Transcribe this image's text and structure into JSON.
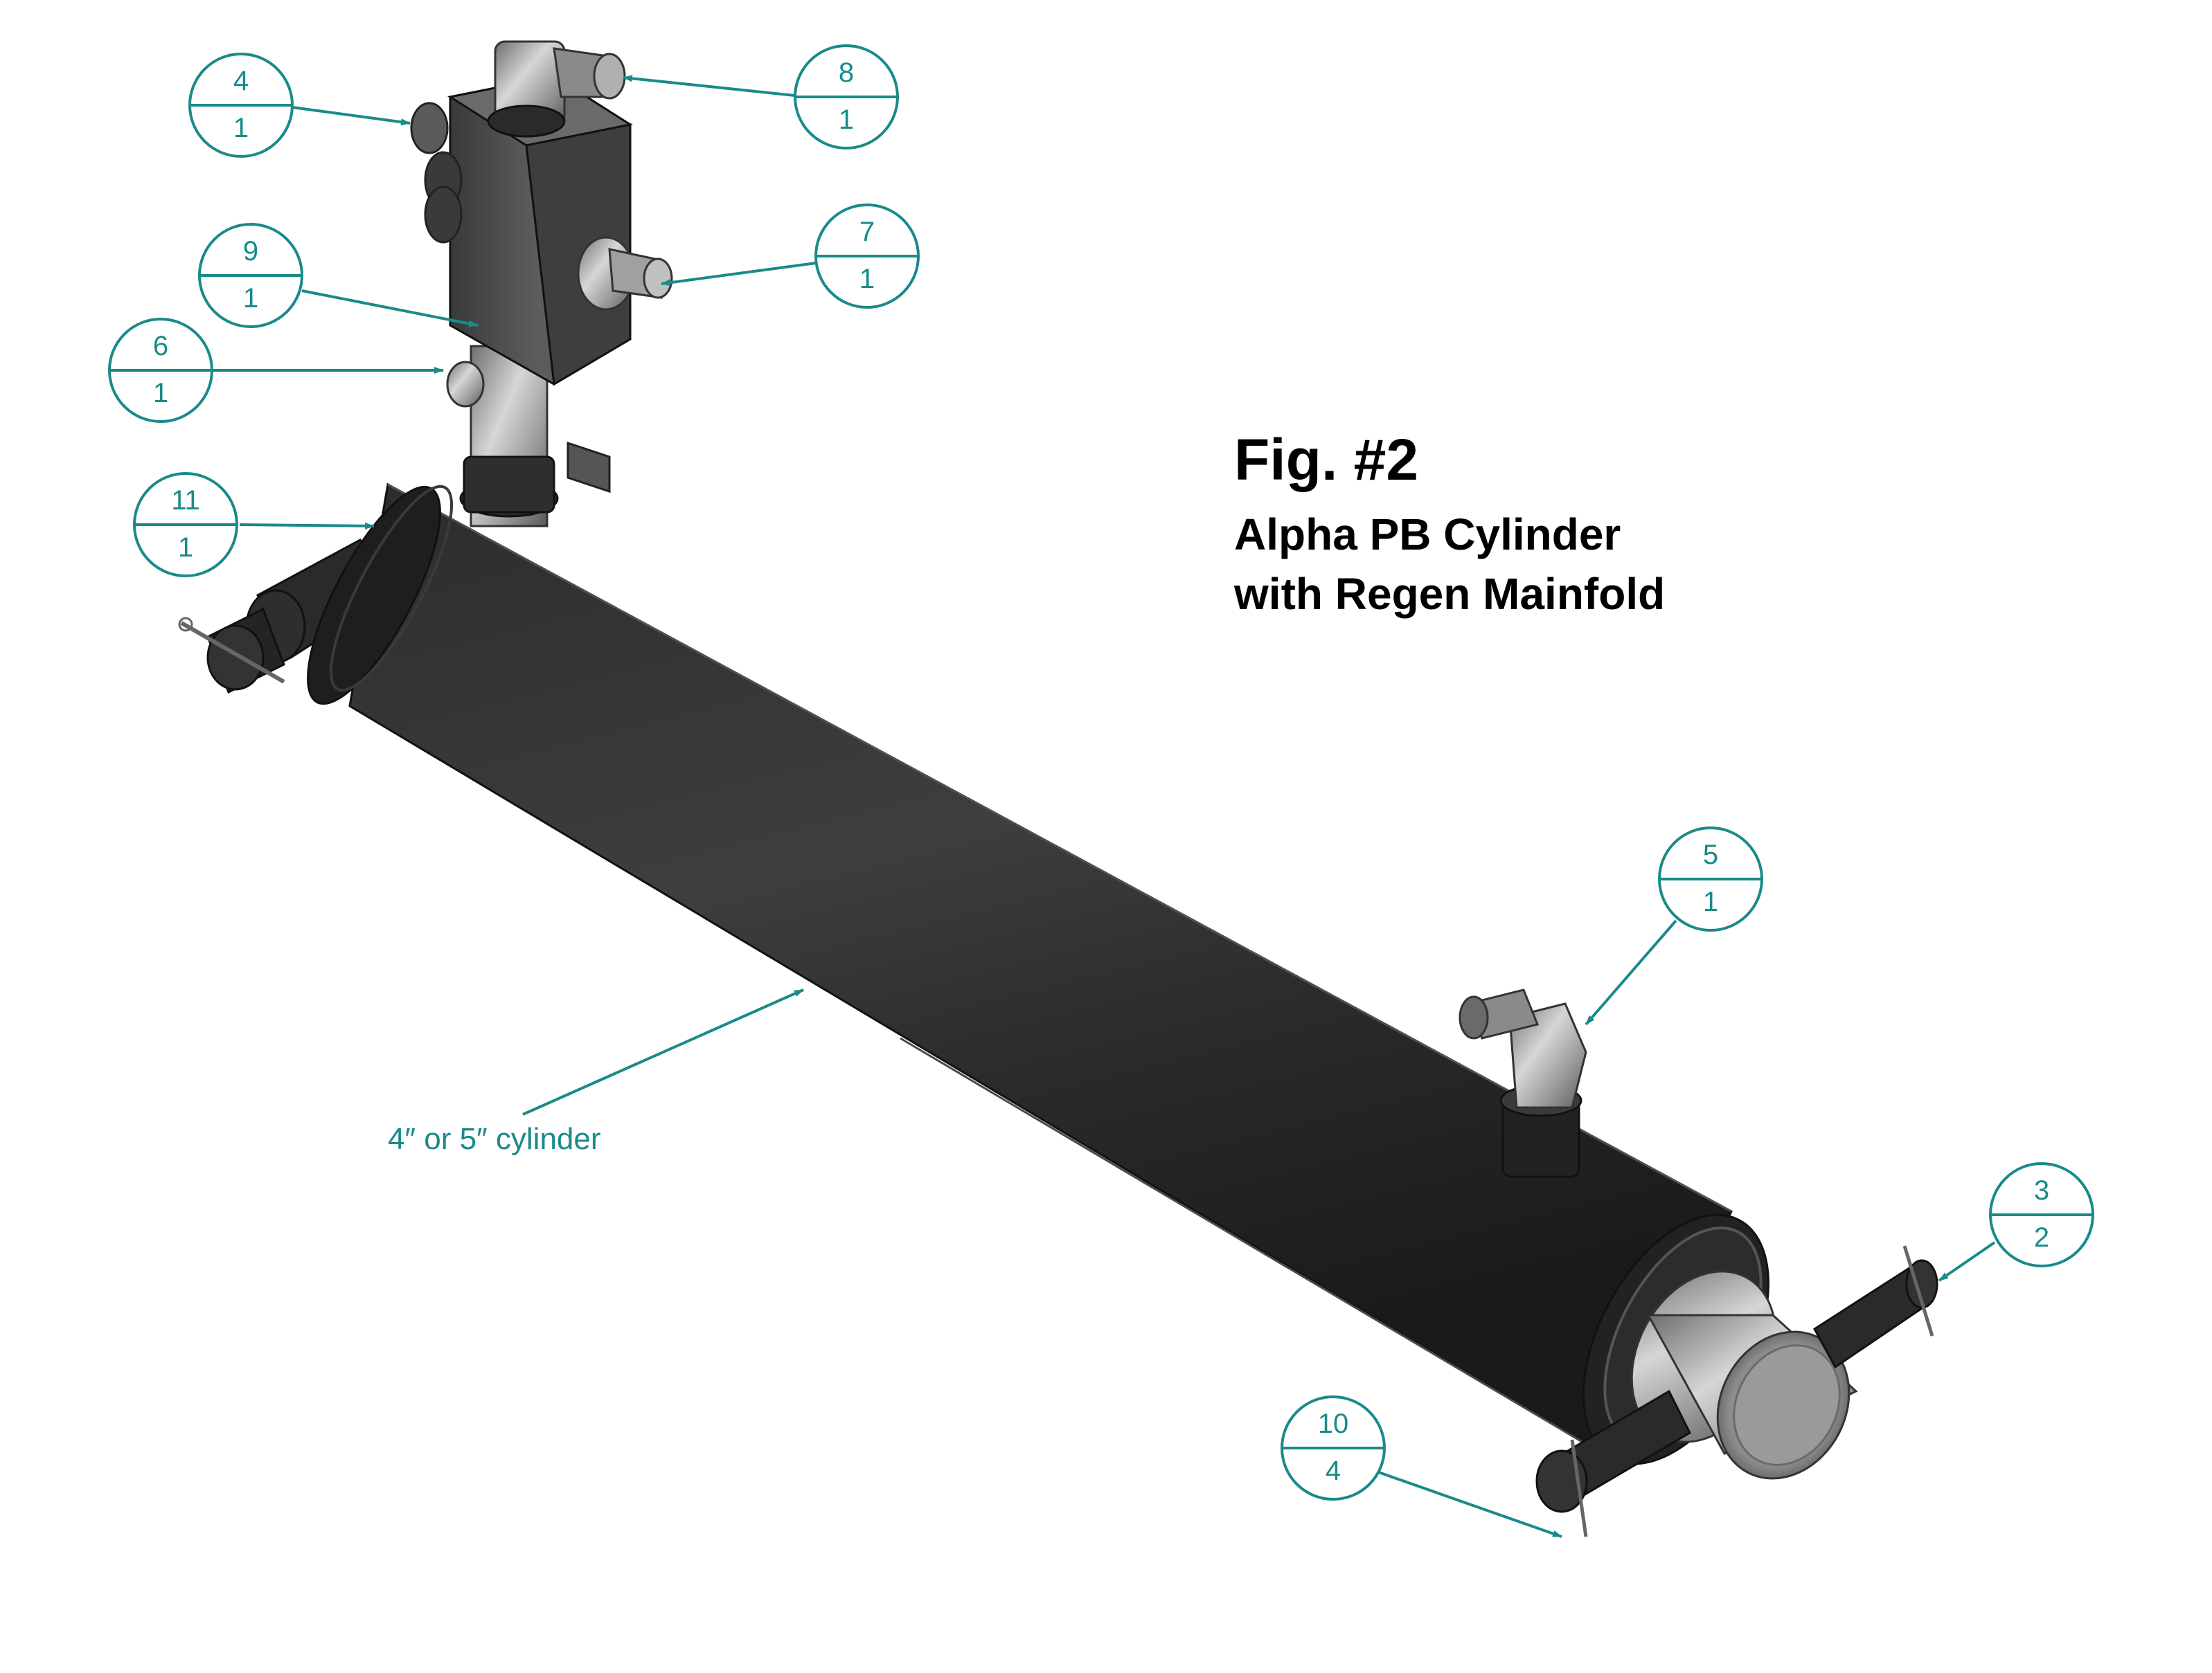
{
  "figure": {
    "title": "Fig. #2",
    "subtitle_line1": "Alpha PB Cylinder",
    "subtitle_line2": "with Regen Mainfold"
  },
  "colors": {
    "callout": "#1a8a8a",
    "body_dark": "#262626",
    "body_mid": "#3a3a3a",
    "steel": "#8c8c8c",
    "steel_light": "#c9c9c9"
  },
  "balloons": [
    {
      "id": "b4",
      "item": "4",
      "qty": "1"
    },
    {
      "id": "b8",
      "item": "8",
      "qty": "1"
    },
    {
      "id": "b9",
      "item": "9",
      "qty": "1"
    },
    {
      "id": "b7",
      "item": "7",
      "qty": "1"
    },
    {
      "id": "b6",
      "item": "6",
      "qty": "1"
    },
    {
      "id": "b11",
      "item": "11",
      "qty": "1"
    },
    {
      "id": "b5",
      "item": "5",
      "qty": "1"
    },
    {
      "id": "b3",
      "item": "3",
      "qty": "2"
    },
    {
      "id": "b10",
      "item": "10",
      "qty": "4"
    }
  ],
  "note": "4″ or 5″ cylinder"
}
